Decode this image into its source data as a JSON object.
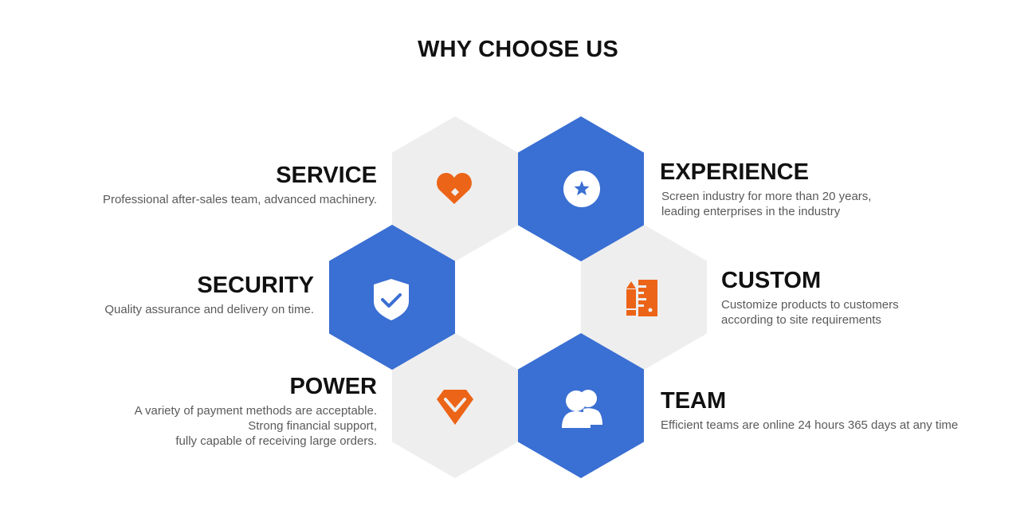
{
  "heading": "WHY CHOOSE US",
  "colors": {
    "blue": "#3a6fd3",
    "gray": "#eeeeee",
    "orange": "#ec6417"
  },
  "features": {
    "service": {
      "title": "SERVICE",
      "lines": [
        "Professional after-sales team, advanced machinery."
      ],
      "icon": "heart-icon"
    },
    "experience": {
      "title": "EXPERIENCE",
      "lines": [
        "Screen industry for more than 20 years,",
        "leading enterprises in the industry"
      ],
      "icon": "star-badge-icon"
    },
    "security": {
      "title": "SECURITY",
      "lines": [
        "Quality assurance and delivery on time."
      ],
      "icon": "shield-check-icon"
    },
    "custom": {
      "title": "CUSTOM",
      "lines": [
        "Customize products to customers",
        "according to site requirements"
      ],
      "icon": "pencil-ruler-icon"
    },
    "power": {
      "title": "POWER",
      "lines": [
        "A variety of payment methods are acceptable.",
        "Strong financial support,",
        "fully capable of receiving large orders."
      ],
      "icon": "diamond-icon"
    },
    "team": {
      "title": "TEAM",
      "lines": [
        "Efficient teams are online 24 hours 365 days at any time"
      ],
      "icon": "users-icon"
    }
  }
}
